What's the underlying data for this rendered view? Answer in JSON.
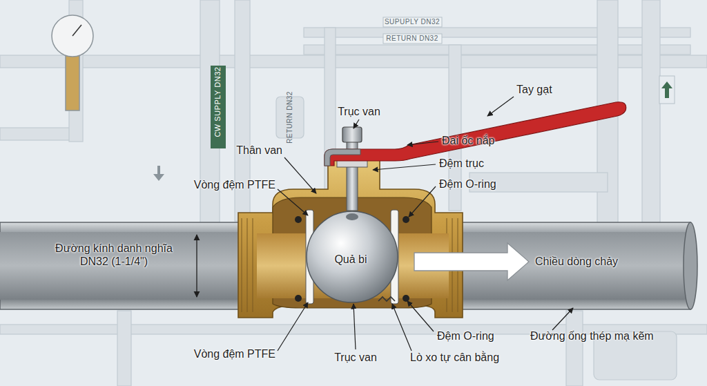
{
  "diagram": {
    "labels": [
      "Trục van",
      "Tay gạt",
      "Đai ốc nắp",
      "Thân van",
      "Đệm trục",
      "Vòng đệm PTFE",
      "Đệm O-ring",
      "Đường kính danh nghĩa DN32 (1-1/4\")",
      "Quả bi",
      "Chiều dòng chảy",
      "Đệm O-ring",
      "Đường ống thép mạ kẽm",
      "Vòng đệm PTFE",
      "Trục van",
      "Lò xo tự cân bằng",
      "SUPUPLY DN32",
      "RETURN DN32",
      "CW SUPPLY DN32",
      "RETURN DN32"
    ]
  }
}
